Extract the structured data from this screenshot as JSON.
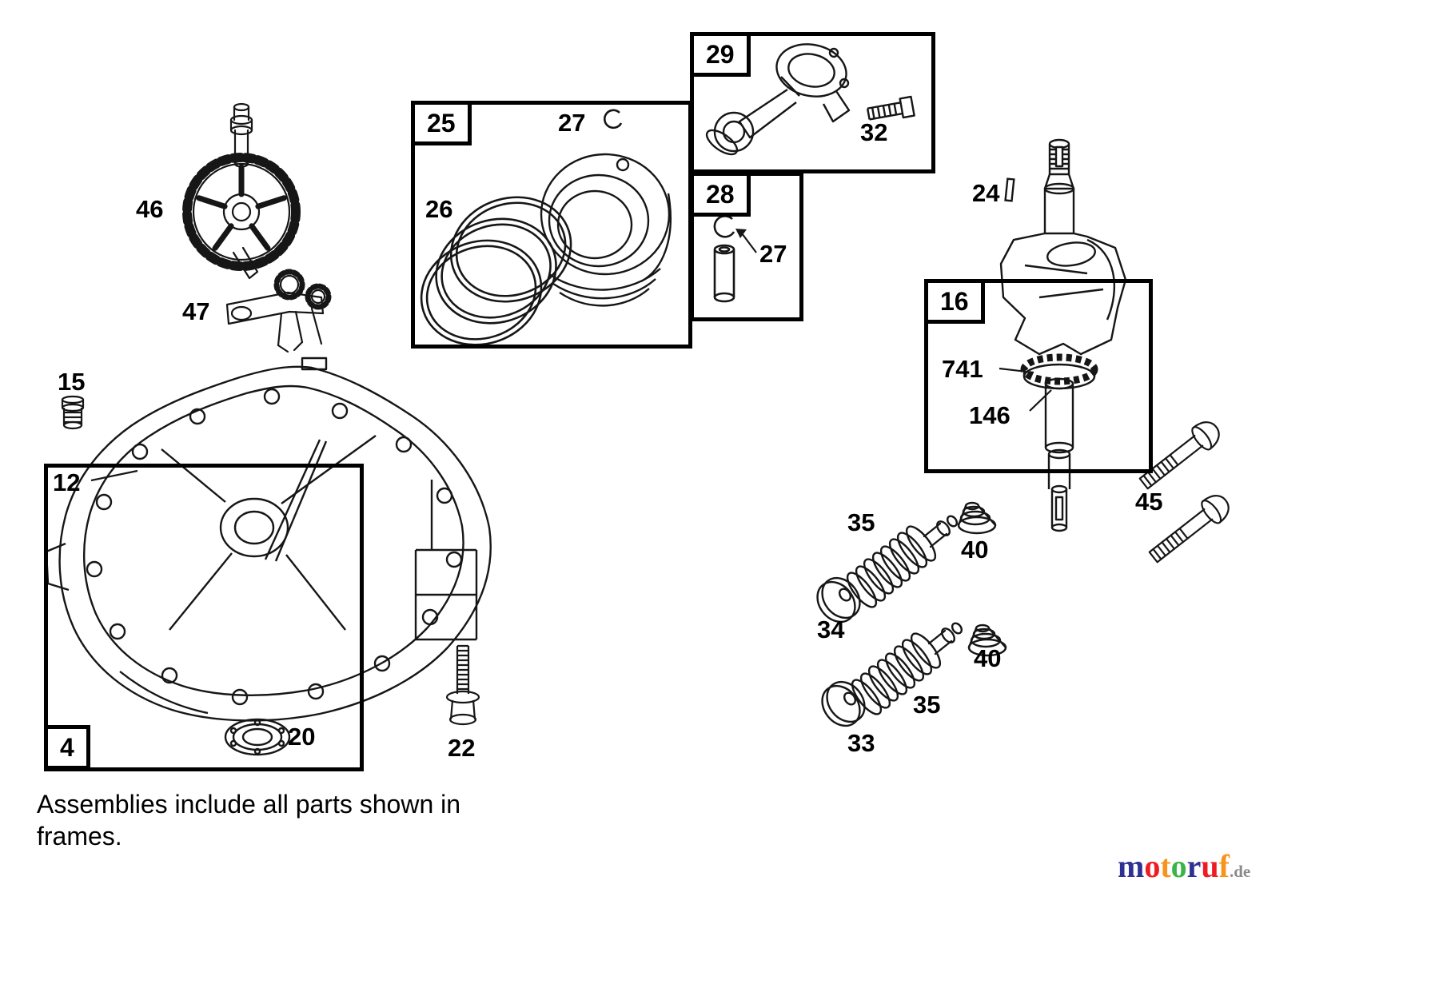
{
  "caption": {
    "line1": "Assemblies include all parts shown in",
    "line2": "frames."
  },
  "labels": {
    "n4": "4",
    "n12": "12",
    "n15": "15",
    "n16": "16",
    "n20": "20",
    "n22": "22",
    "n24": "24",
    "n25": "25",
    "n26": "26",
    "n27a": "27",
    "n27b": "27",
    "n28": "28",
    "n29": "29",
    "n32": "32",
    "n33": "33",
    "n34": "34",
    "n35a": "35",
    "n35b": "35",
    "n40a": "40",
    "n40b": "40",
    "n45": "45",
    "n46": "46",
    "n47": "47",
    "n146": "146",
    "n741": "741"
  },
  "watermark": {
    "letters": [
      {
        "ch": "m",
        "color": "#2e3192"
      },
      {
        "ch": "o",
        "color": "#ed1c24"
      },
      {
        "ch": "t",
        "color": "#f7941d"
      },
      {
        "ch": "o",
        "color": "#39b54a"
      },
      {
        "ch": "r",
        "color": "#2e3192"
      },
      {
        "ch": "u",
        "color": "#ed1c24"
      },
      {
        "ch": "f",
        "color": "#f7941d"
      }
    ],
    "suffix": {
      "text": ".de",
      "color": "#8a8a8a"
    }
  }
}
